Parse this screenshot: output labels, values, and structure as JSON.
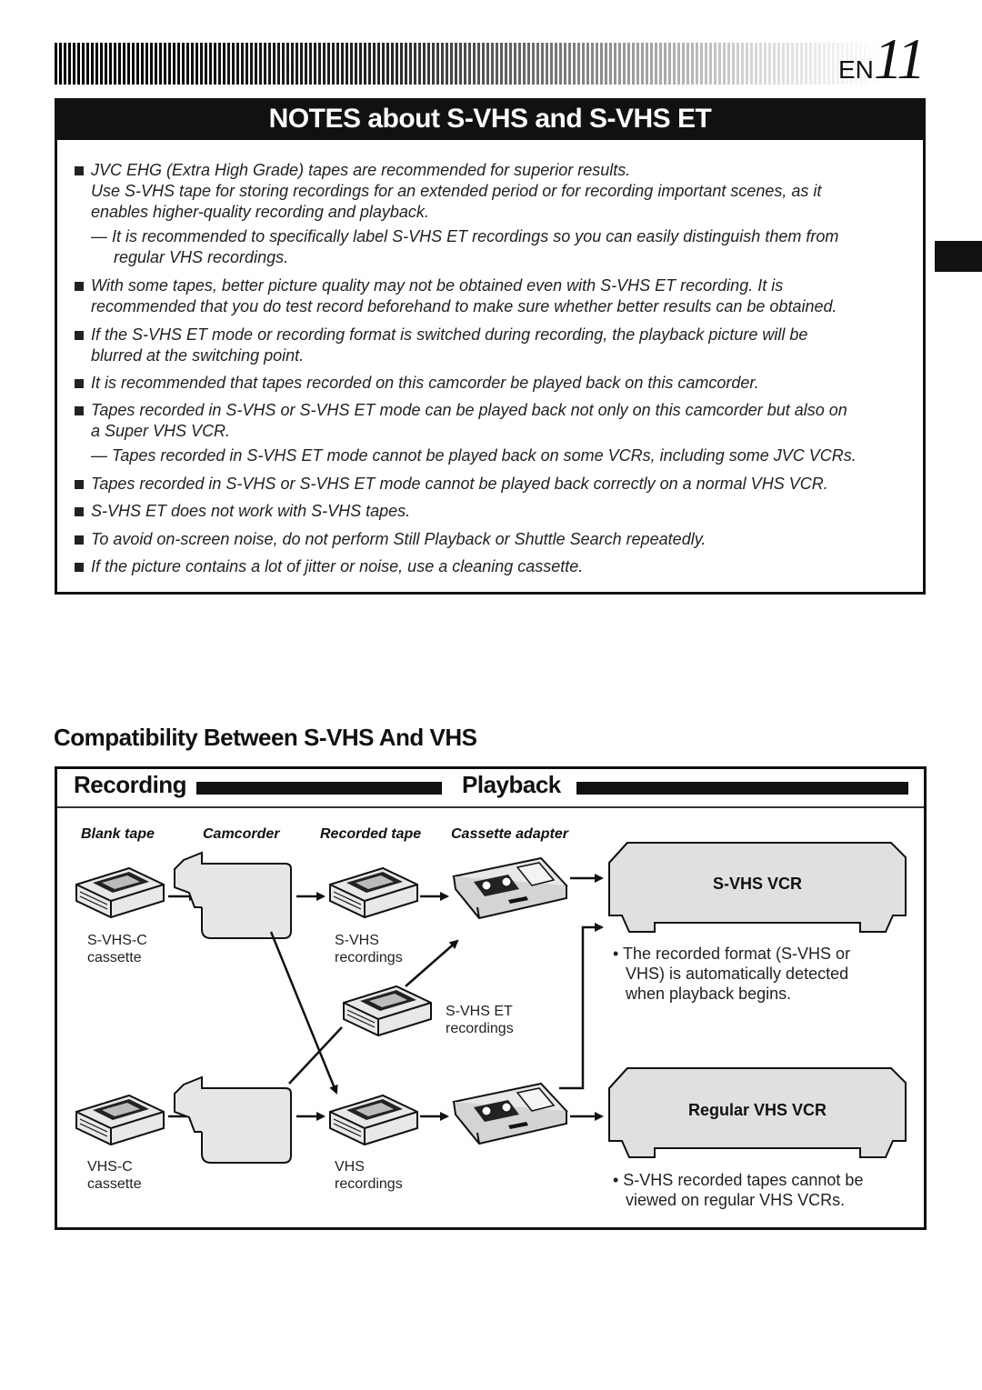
{
  "header": {
    "lang": "EN",
    "page_number": "11"
  },
  "notes": {
    "title": "NOTES about S-VHS and S-VHS ET",
    "lines": [
      "JVC EHG (Extra High Grade) tapes are recommended for superior results.",
      "Use S-VHS tape for storing recordings for an extended period or for recording important scenes, as it",
      "enables higher-quality recording and playback.",
      "— It is recommended to specifically label S-VHS ET recordings so you can easily distinguish them from",
      "regular VHS recordings.",
      "With some tapes, better picture quality may not be obtained even with S-VHS ET recording. It is",
      "recommended that you do test record beforehand to make sure whether better results can be obtained.",
      "If the S-VHS ET mode or recording format is switched during recording, the playback picture will be",
      "blurred at the switching point.",
      "It is recommended that tapes recorded on this camcorder be played back on this camcorder.",
      "Tapes recorded in S-VHS or S-VHS ET mode can be played back not only on this camcorder but also on",
      "a Super VHS VCR.",
      "— Tapes recorded in S-VHS ET mode cannot be played back on some VCRs, including some JVC VCRs.",
      "Tapes recorded in S-VHS or S-VHS ET mode cannot be played back correctly on a normal VHS VCR.",
      "S-VHS ET does not work with S-VHS tapes.",
      "To avoid on-screen noise, do not perform Still Playback or Shuttle Search repeatedly.",
      "If the picture contains a lot of jitter or noise, use a cleaning cassette."
    ]
  },
  "compat": {
    "heading": "Compatibility Between S-VHS And VHS",
    "recording": "Recording",
    "playback": "Playback",
    "columns": [
      "Blank tape",
      "Camcorder",
      "Recorded tape",
      "Cassette adapter"
    ],
    "captions": {
      "svhsc_1": "S-VHS-C",
      "svhsc_2": "cassette",
      "svhs_1": "S-VHS",
      "svhs_2": "recordings",
      "svhset_1": "S-VHS ET",
      "svhset_2": "recordings",
      "vhsc_1": "VHS-C",
      "vhsc_2": "cassette",
      "vhs_1": "VHS",
      "vhs_2": "recordings"
    },
    "svhs_vcr": {
      "label": "S-VHS VCR",
      "note": [
        "• The recorded format (S-VHS or",
        "VHS) is automatically detected",
        "when playback begins."
      ]
    },
    "vhs_vcr": {
      "label": "Regular VHS VCR",
      "note": [
        "• S-VHS recorded tapes cannot be",
        "viewed on regular VHS VCRs."
      ]
    }
  }
}
